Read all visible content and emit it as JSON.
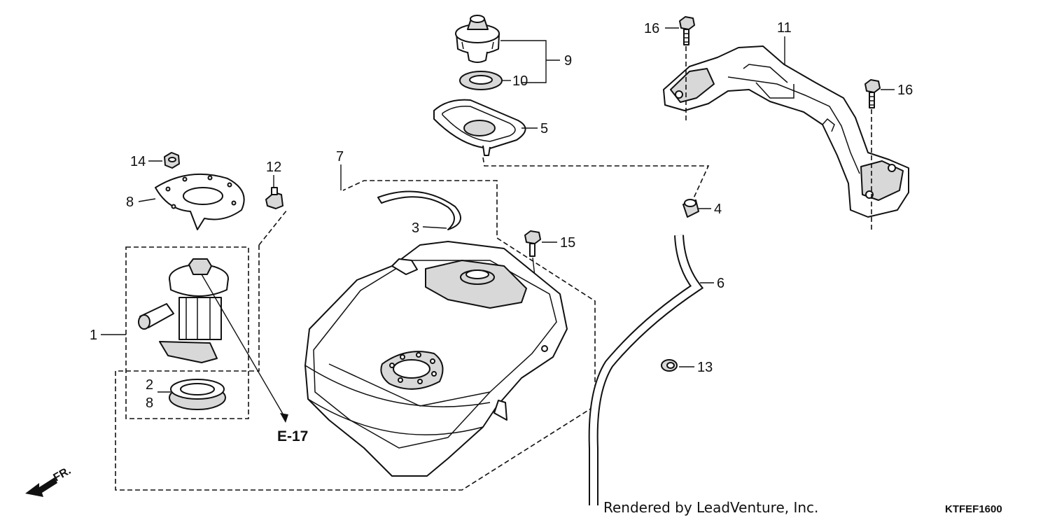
{
  "diagram": {
    "labels": {
      "p1": "1",
      "p2": "2",
      "p8a": "8",
      "p3": "3",
      "p4": "4",
      "p5": "5",
      "p6": "6",
      "p7": "7",
      "p8b": "8",
      "p9": "9",
      "p10": "10",
      "p11": "11",
      "p12": "12",
      "p13": "13",
      "p14": "14",
      "p15": "15",
      "p16a": "16",
      "p16b": "16"
    },
    "reference": "E-17",
    "front_marker": "FR.",
    "credit": "Rendered by LeadVenture, Inc.",
    "diagram_code": "KTFEF1600"
  }
}
